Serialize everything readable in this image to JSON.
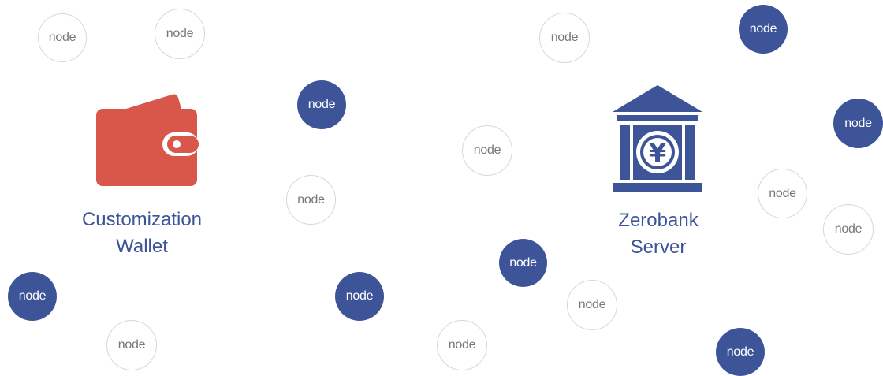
{
  "wallet": {
    "line1": "Customization",
    "line2": "Wallet",
    "icon": "wallet-icon",
    "color": "#d9574a"
  },
  "server": {
    "line1": "Zerobank",
    "line2": "Server",
    "icon": "bank-icon",
    "symbol": "¥",
    "color": "#3d5598"
  },
  "node_label": "node",
  "colors": {
    "filled": "#3d5598",
    "outline_border": "#d7d7d7",
    "outline_text": "#777777",
    "label": "#3d5598"
  }
}
